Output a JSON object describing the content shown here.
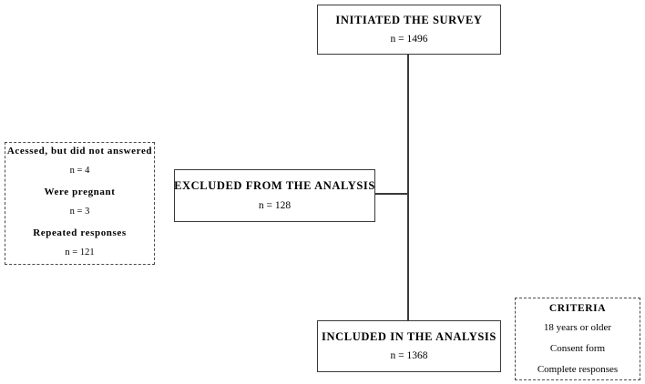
{
  "diagram": {
    "type": "study-flow-chart",
    "nodes": {
      "initiated": {
        "title": "INITIATED THE SURVEY",
        "value": "n = 1496"
      },
      "excluded": {
        "title": "EXCLUDED FROM THE ANALYSIS",
        "value": "n = 128"
      },
      "included": {
        "title": "INCLUDED IN THE ANALYSIS",
        "value": "n = 1368"
      },
      "exclusion_reasons": {
        "reasons": [
          {
            "label": "Acessed, but did not answered",
            "value": "n = 4"
          },
          {
            "label": "Were pregnant",
            "value": "n = 3"
          },
          {
            "label": "Repeated responses",
            "value": "n = 121"
          }
        ]
      },
      "criteria": {
        "title": "CRITERIA",
        "items": [
          "18 years or older",
          "Consent form",
          "Complete responses"
        ]
      }
    },
    "colors": {
      "line": "#3a3a3a",
      "text": "#000000",
      "background": "#ffffff"
    }
  }
}
